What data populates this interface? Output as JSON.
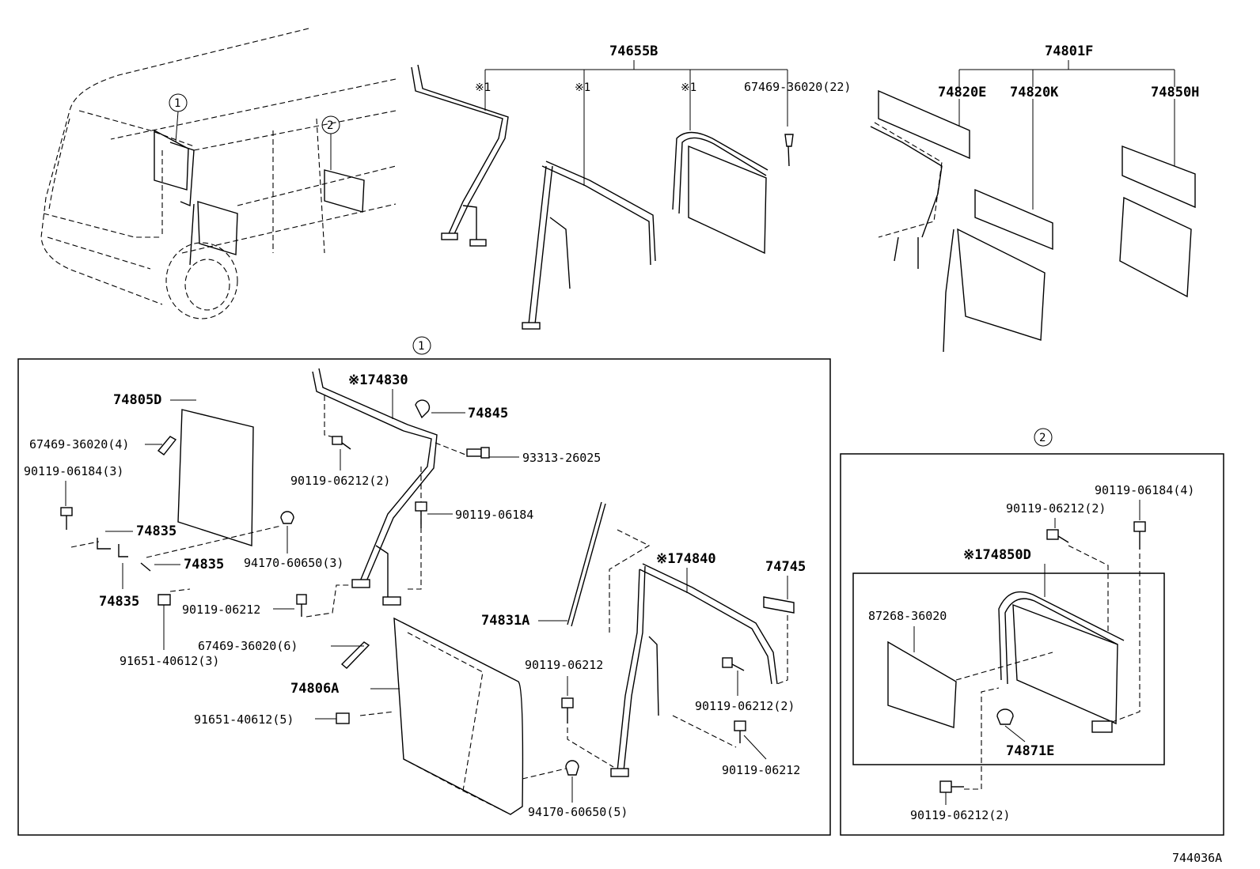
{
  "diagram_id": "744036A",
  "markers": {
    "circle_1": "1",
    "circle_2": "2",
    "note_mark": "※1"
  },
  "top_assemblies": {
    "set_74655B": {
      "title": "74655B",
      "child_mark_a": "※1",
      "child_mark_b": "※1",
      "child_mark_c": "※1",
      "fastener": "67469-36020(22)"
    },
    "set_74801F": {
      "title": "74801F",
      "children": [
        "74820E",
        "74820K",
        "74850H"
      ]
    }
  },
  "detail_1": {
    "rail_74830": "※174830",
    "cap_74845": "74845",
    "panel_74805D": "74805D",
    "rivet_4": "67469-36020(4)",
    "bolt_06184_3": "90119-06184(3)",
    "bracket_74835_a": "74835",
    "bracket_74835_b": "74835",
    "bracket_74835_c": "74835",
    "nut_91651_3": "91651-40612(3)",
    "clip_94170_3": "94170-60650(3)",
    "bolt_06212_2_top": "90119-06212(2)",
    "bolt_93313": "93313-26025",
    "bolt_06184": "90119-06184",
    "bolt_06212_a": "90119-06212",
    "rivet_6": "67469-36020(6)",
    "panel_74806A": "74806A",
    "nut_91651_5": "91651-40612(5)",
    "rod_74831A": "74831A",
    "bolt_06212_b": "90119-06212",
    "clip_94170_5": "94170-60650(5)",
    "rail_74840": "※174840",
    "bracket_74745": "74745",
    "bolt_06212_2_right": "90119-06212(2)",
    "bolt_06212_c": "90119-06212"
  },
  "detail_2": {
    "bolt_06184_4": "90119-06184(4)",
    "bolt_06212_2_top": "90119-06212(2)",
    "assy_74850D": "※174850D",
    "pad_87268": "87268-36020",
    "cap_74871E": "74871E",
    "bolt_06212_2_bottom": "90119-06212(2)"
  }
}
